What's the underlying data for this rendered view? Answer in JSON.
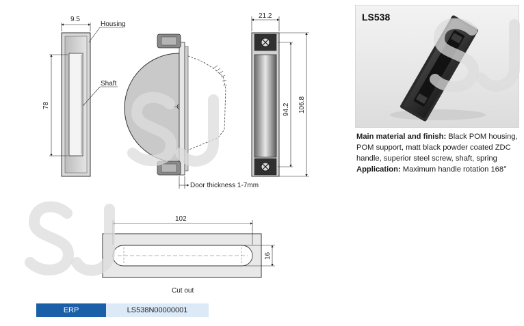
{
  "drawing": {
    "dim_width": "9.5",
    "label_housing": "Housing",
    "label_shaft": "Shaft",
    "dim_height": "78",
    "dim_side_width": "21.2",
    "dim_inner": "94.2",
    "dim_overall": "106.8",
    "label_door": "Door thickness 1-7mm",
    "dim_cutout_len": "102",
    "dim_cutout_h": "16",
    "label_cutout": "Cut out"
  },
  "product": {
    "code": "LS538",
    "material_label": "Main material and finish:",
    "material_text": " Black POM housing, POM support, matt black powder coated ZDC handle, superior steel screw, shaft, spring",
    "application_label": "Application:",
    "application_text": " Maximum handle rotation 168°"
  },
  "erp": {
    "label": "ERP",
    "value": "LS538N00000001"
  },
  "colors": {
    "erp_label_bg": "#1a5fa8",
    "erp_value_bg": "#dceaf7"
  }
}
